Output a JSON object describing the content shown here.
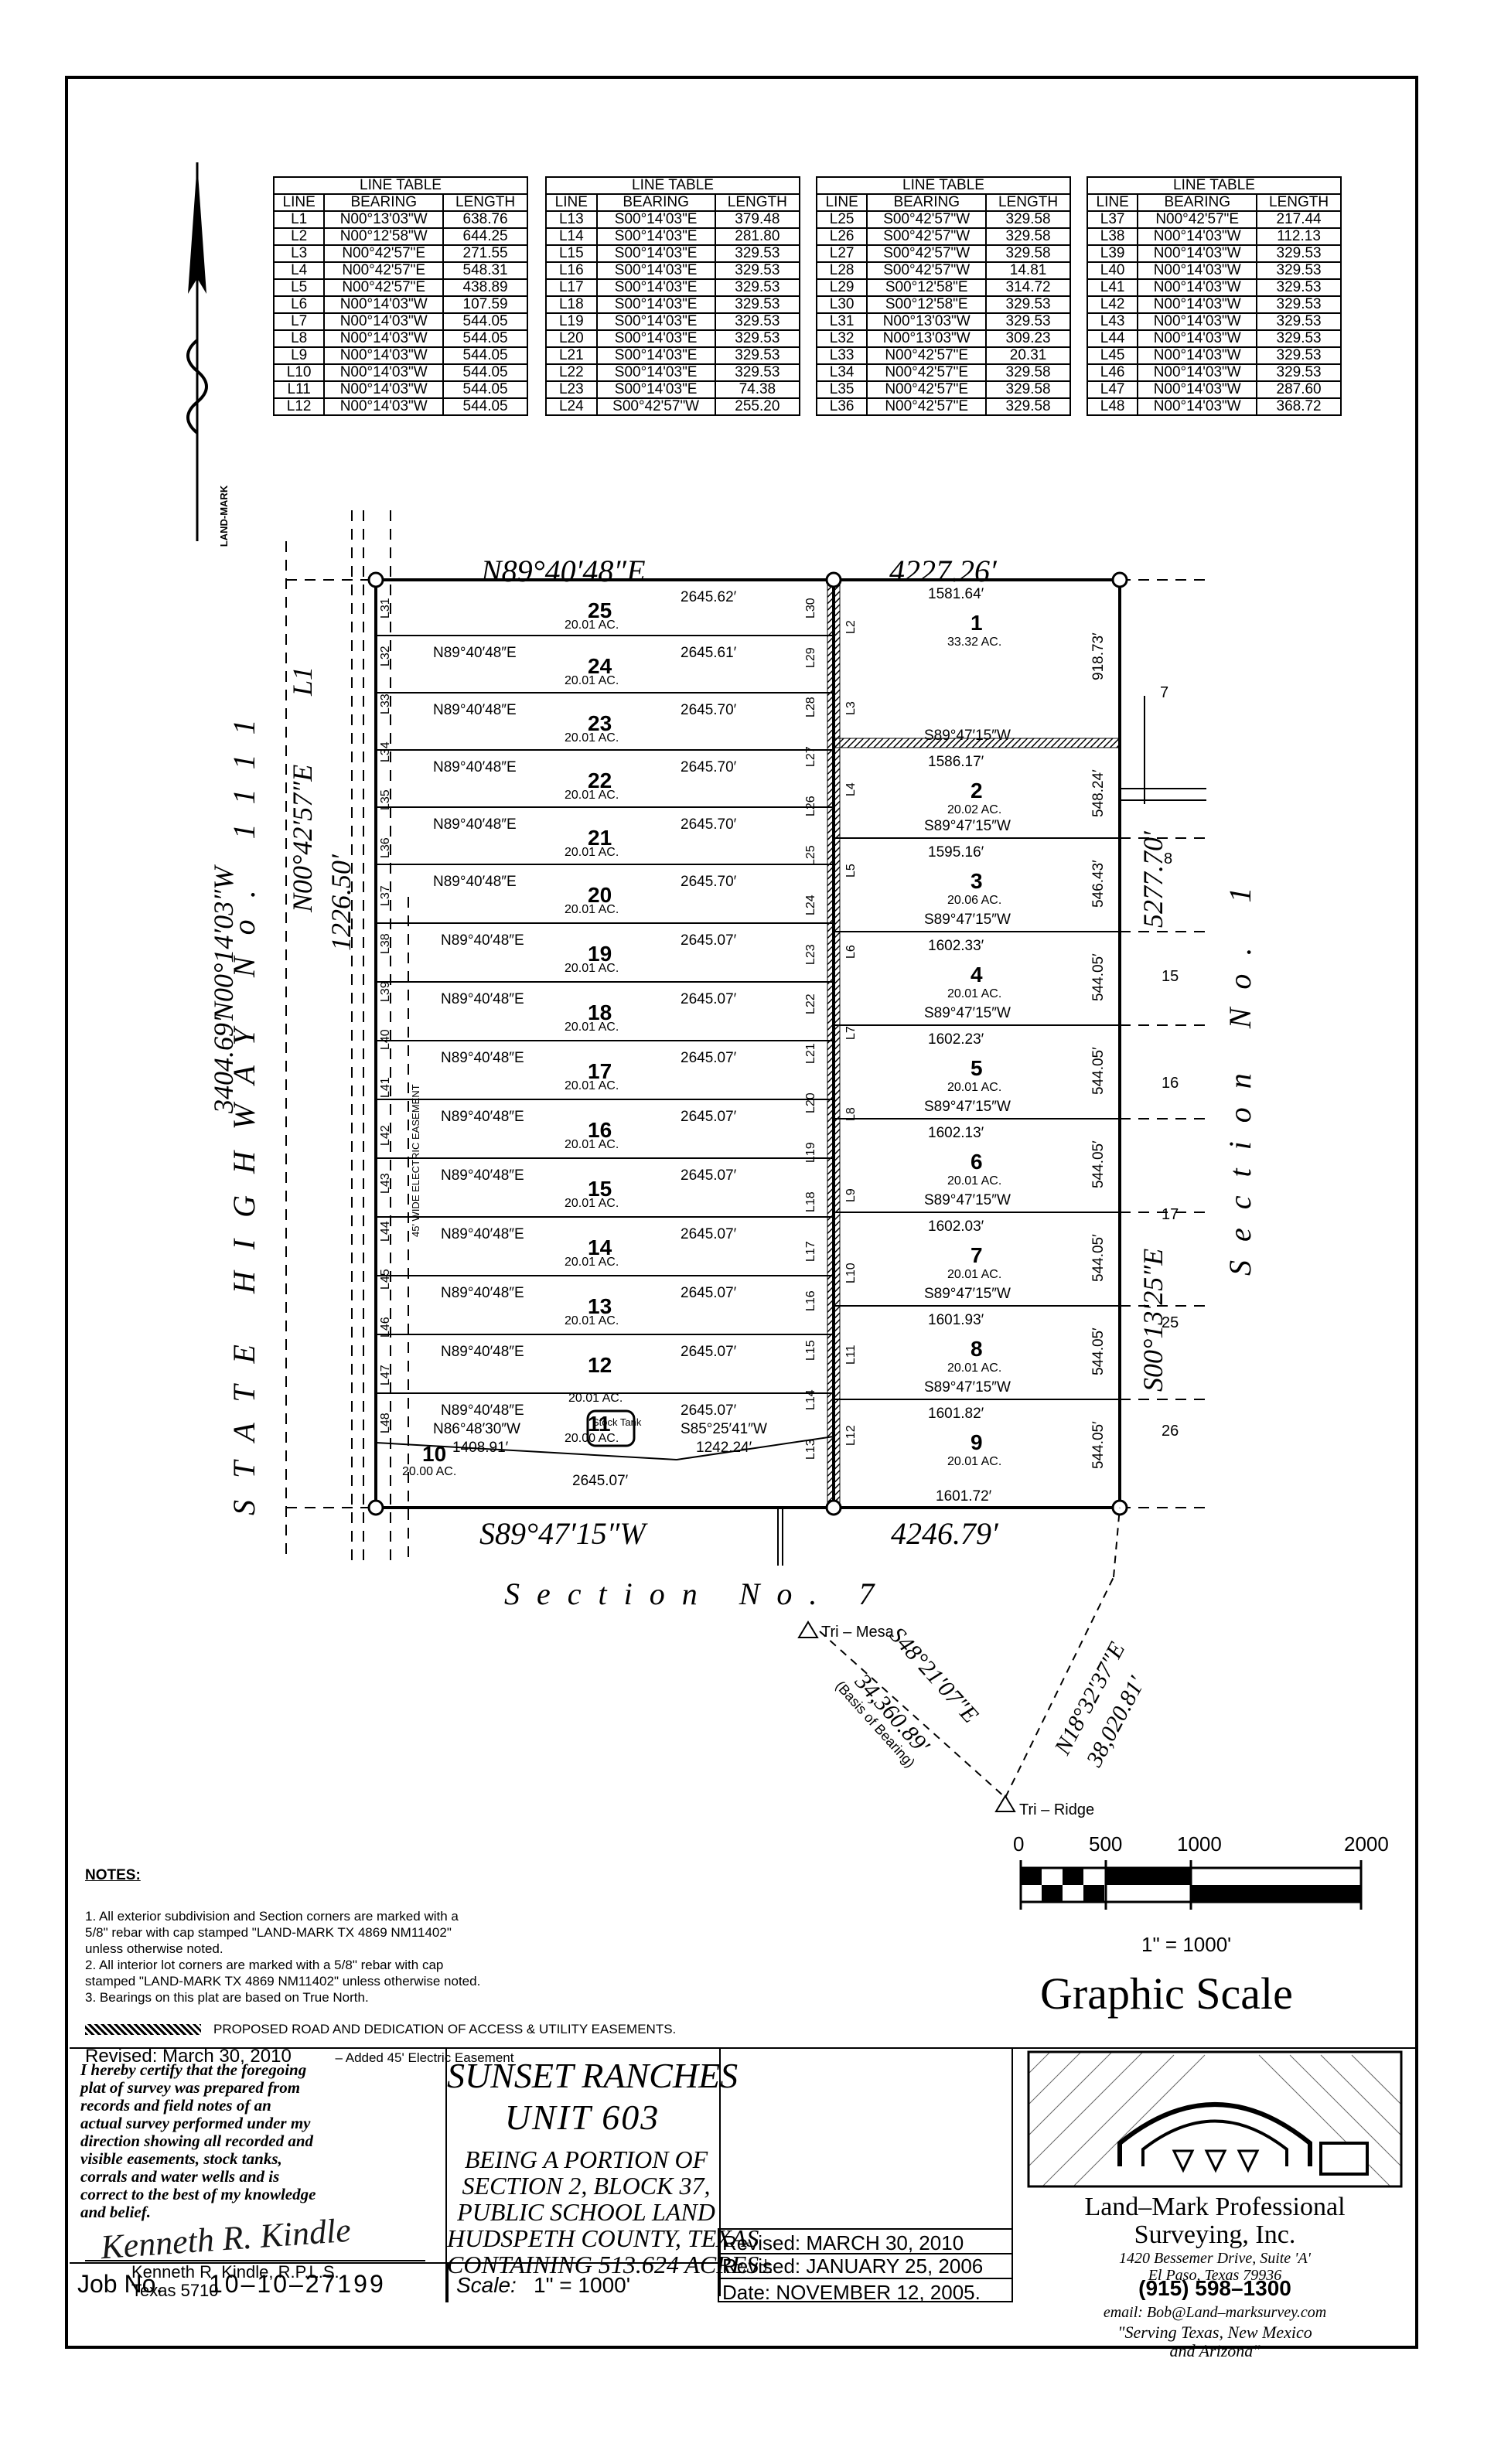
{
  "line_tables": [
    {
      "title": "LINE TABLE",
      "headers": [
        "LINE",
        "BEARING",
        "LENGTH"
      ],
      "rows": [
        [
          "L1",
          "N00°13'03\"W",
          "638.76"
        ],
        [
          "L2",
          "N00°12'58\"W",
          "644.25"
        ],
        [
          "L3",
          "N00°42'57\"E",
          "271.55"
        ],
        [
          "L4",
          "N00°42'57\"E",
          "548.31"
        ],
        [
          "L5",
          "N00°42'57\"E",
          "438.89"
        ],
        [
          "L6",
          "N00°14'03\"W",
          "107.59"
        ],
        [
          "L7",
          "N00°14'03\"W",
          "544.05"
        ],
        [
          "L8",
          "N00°14'03\"W",
          "544.05"
        ],
        [
          "L9",
          "N00°14'03\"W",
          "544.05"
        ],
        [
          "L10",
          "N00°14'03\"W",
          "544.05"
        ],
        [
          "L11",
          "N00°14'03\"W",
          "544.05"
        ],
        [
          "L12",
          "N00°14'03\"W",
          "544.05"
        ]
      ]
    },
    {
      "title": "LINE TABLE",
      "headers": [
        "LINE",
        "BEARING",
        "LENGTH"
      ],
      "rows": [
        [
          "L13",
          "S00°14'03\"E",
          "379.48"
        ],
        [
          "L14",
          "S00°14'03\"E",
          "281.80"
        ],
        [
          "L15",
          "S00°14'03\"E",
          "329.53"
        ],
        [
          "L16",
          "S00°14'03\"E",
          "329.53"
        ],
        [
          "L17",
          "S00°14'03\"E",
          "329.53"
        ],
        [
          "L18",
          "S00°14'03\"E",
          "329.53"
        ],
        [
          "L19",
          "S00°14'03\"E",
          "329.53"
        ],
        [
          "L20",
          "S00°14'03\"E",
          "329.53"
        ],
        [
          "L21",
          "S00°14'03\"E",
          "329.53"
        ],
        [
          "L22",
          "S00°14'03\"E",
          "329.53"
        ],
        [
          "L23",
          "S00°14'03\"E",
          "74.38"
        ],
        [
          "L24",
          "S00°42'57\"W",
          "255.20"
        ]
      ]
    },
    {
      "title": "LINE TABLE",
      "headers": [
        "LINE",
        "BEARING",
        "LENGTH"
      ],
      "rows": [
        [
          "L25",
          "S00°42'57\"W",
          "329.58"
        ],
        [
          "L26",
          "S00°42'57\"W",
          "329.58"
        ],
        [
          "L27",
          "S00°42'57\"W",
          "329.58"
        ],
        [
          "L28",
          "S00°42'57\"W",
          "14.81"
        ],
        [
          "L29",
          "S00°12'58\"E",
          "314.72"
        ],
        [
          "L30",
          "S00°12'58\"E",
          "329.53"
        ],
        [
          "L31",
          "N00°13'03\"W",
          "329.53"
        ],
        [
          "L32",
          "N00°13'03\"W",
          "309.23"
        ],
        [
          "L33",
          "N00°42'57\"E",
          "20.31"
        ],
        [
          "L34",
          "N00°42'57\"E",
          "329.58"
        ],
        [
          "L35",
          "N00°42'57\"E",
          "329.58"
        ],
        [
          "L36",
          "N00°42'57\"E",
          "329.58"
        ]
      ]
    },
    {
      "title": "LINE TABLE",
      "headers": [
        "LINE",
        "BEARING",
        "LENGTH"
      ],
      "rows": [
        [
          "L37",
          "N00°42'57\"E",
          "217.44"
        ],
        [
          "L38",
          "N00°14'03\"W",
          "112.13"
        ],
        [
          "L39",
          "N00°14'03\"W",
          "329.53"
        ],
        [
          "L40",
          "N00°14'03\"W",
          "329.53"
        ],
        [
          "L41",
          "N00°14'03\"W",
          "329.53"
        ],
        [
          "L42",
          "N00°14'03\"W",
          "329.53"
        ],
        [
          "L43",
          "N00°14'03\"W",
          "329.53"
        ],
        [
          "L44",
          "N00°14'03\"W",
          "329.53"
        ],
        [
          "L45",
          "N00°14'03\"W",
          "329.53"
        ],
        [
          "L46",
          "N00°14'03\"W",
          "329.53"
        ],
        [
          "L47",
          "N00°14'03\"W",
          "287.60"
        ],
        [
          "L48",
          "N00°14'03\"W",
          "368.72"
        ]
      ]
    }
  ],
  "north_arrow_label": "LAND-MARK",
  "plat": {
    "top_bearing": "N89°40′48″E",
    "top_distance": "4227.26′",
    "bottom_bearing": "S89°47′15″W",
    "bottom_distance": "4246.79′",
    "left_bearing": "N00°14′03″W",
    "left_distance": "3404.69′",
    "left_upper_bearing": "N00°42′57″E",
    "left_upper_distance": "1226.50′",
    "left_upper_label": "L1",
    "right_bearing": "S00°13′25″E",
    "right_distance": "5277.70′",
    "state_highway": "STATE HIGHWAY No. 1111",
    "section_right": "Section No. 1",
    "section_bottom": "Section No. 7",
    "easement_label": "45' WIDE ELECTRIC EASEMENT",
    "stock_tank": "Stock Tank",
    "west_lots": [
      {
        "num": "25",
        "bearing": "",
        "dist": "2645.62′",
        "ac": "20.01 AC."
      },
      {
        "num": "24",
        "bearing": "N89°40′48″E",
        "dist": "2645.61′",
        "ac": "20.01 AC."
      },
      {
        "num": "23",
        "bearing": "N89°40′48″E",
        "dist": "2645.70′",
        "ac": "20.01 AC."
      },
      {
        "num": "22",
        "bearing": "N89°40′48″E",
        "dist": "2645.70′",
        "ac": "20.01 AC."
      },
      {
        "num": "21",
        "bearing": "N89°40′48″E",
        "dist": "2645.70′",
        "ac": "20.01 AC."
      },
      {
        "num": "20",
        "bearing": "N89°40′48″E",
        "dist": "2645.70′",
        "ac": "20.01 AC."
      },
      {
        "num": "19",
        "bearing": "N89°40′48″E",
        "dist": "2645.07′",
        "ac": "20.01 AC."
      },
      {
        "num": "18",
        "bearing": "N89°40′48″E",
        "dist": "2645.07′",
        "ac": "20.01 AC."
      },
      {
        "num": "17",
        "bearing": "N89°40′48″E",
        "dist": "2645.07′",
        "ac": "20.01 AC."
      },
      {
        "num": "16",
        "bearing": "N89°40′48″E",
        "dist": "2645.07′",
        "ac": "20.01 AC."
      },
      {
        "num": "15",
        "bearing": "N89°40′48″E",
        "dist": "2645.07′",
        "ac": "20.01 AC."
      },
      {
        "num": "14",
        "bearing": "N89°40′48″E",
        "dist": "2645.07′",
        "ac": "20.01 AC."
      },
      {
        "num": "13",
        "bearing": "N89°40′48″E",
        "dist": "2645.07′",
        "ac": "20.01 AC."
      },
      {
        "num": "12",
        "bearing": "N89°40′48″E",
        "dist": "2645.07′",
        "ac": ""
      },
      {
        "num": "11",
        "bearing": "N89°40′48″E",
        "dist": "2645.07′",
        "ac": "20.00 AC."
      }
    ],
    "lot11_ac": "20.01 AC.",
    "lot10": {
      "num": "10",
      "bearing": "N86°48′30″W",
      "dist": "1408.91′",
      "ac": "20.00 AC.",
      "dist2": "2645.07′"
    },
    "lot10_east": {
      "bearing": "S85°25′41″W",
      "dist": "1242.24′"
    },
    "east_lots": [
      {
        "num": "1",
        "dist": "1581.64′",
        "ac": "33.32 AC.",
        "bearing": "S89°47′15″W",
        "side": "918.73′"
      },
      {
        "num": "2",
        "dist": "1586.17′",
        "ac": "20.02 AC.",
        "bearing": "S89°47′15″W",
        "side": "548.24′"
      },
      {
        "num": "3",
        "dist": "1595.16′",
        "ac": "20.06 AC.",
        "bearing": "S89°47′15″W",
        "side": "546.43′"
      },
      {
        "num": "4",
        "dist": "1602.33′",
        "ac": "20.01 AC.",
        "bearing": "S89°47′15″W",
        "side": "544.05′"
      },
      {
        "num": "5",
        "dist": "1602.23′",
        "ac": "20.01 AC.",
        "bearing": "S89°47′15″W",
        "side": "544.05′"
      },
      {
        "num": "6",
        "dist": "1602.13′",
        "ac": "20.01 AC.",
        "bearing": "S89°47′15″W",
        "side": "544.05′"
      },
      {
        "num": "7",
        "dist": "1602.03′",
        "ac": "20.01 AC.",
        "bearing": "S89°47′15″W",
        "side": "544.05′"
      },
      {
        "num": "8",
        "dist": "1601.93′",
        "ac": "20.01 AC.",
        "bearing": "S89°47′15″W",
        "side": "544.05′"
      },
      {
        "num": "9",
        "dist": "1601.82′",
        "ac": "20.01 AC.",
        "bearing": "",
        "side": "544.05′"
      }
    ],
    "east_lot9_bottom": "1601.72′",
    "adjacent_numbers": [
      "7",
      "8",
      "15",
      "16",
      "17",
      "25",
      "26"
    ],
    "left_line_labels": [
      "L31",
      "L32",
      "L33",
      "L34",
      "L35",
      "L36",
      "L37",
      "L38",
      "L39",
      "L40",
      "L41",
      "L42",
      "L43",
      "L44",
      "L45",
      "L46",
      "L47",
      "L48"
    ],
    "mid_line_labels": [
      "L30",
      "L29",
      "L28",
      "L27",
      "L26",
      "L25",
      "L24",
      "L23",
      "L22",
      "L21",
      "L20",
      "L19",
      "L18",
      "L17",
      "L16",
      "L15",
      "L14",
      "L13"
    ],
    "east_line_labels": [
      "L2",
      "L3",
      "L4",
      "L5",
      "L6",
      "L7",
      "L8",
      "L9",
      "L10",
      "L11",
      "L12"
    ],
    "tri_mesa": "Tri – Mesa",
    "tri_ridge": "Tri – Ridge",
    "tie1_bearing": "S48°21′07″E",
    "tie1_dist": "34,360.89′",
    "tie1_note": "(Basis of Bearing)",
    "tie2_bearing": "N18°32′37″E",
    "tie2_dist": "38,020.81′"
  },
  "scale": {
    "ticks": [
      "0",
      "500",
      "1000",
      "2000"
    ],
    "ratio": "1\" = 1000'",
    "title": "Graphic Scale"
  },
  "notes": {
    "heading": "NOTES:",
    "items": [
      "1. All exterior subdivision and Section corners are marked with a",
      "5/8\" rebar with cap stamped \"LAND-MARK TX 4869 NM11402\"",
      "unless otherwise noted.",
      "2. All interior lot corners are marked with a 5/8\" rebar with cap",
      "stamped \"LAND-MARK TX 4869 NM11402\" unless otherwise noted.",
      "3. Bearings on this plat are based on True North."
    ],
    "legend": "PROPOSED ROAD AND DEDICATION OF ACCESS & UTILITY EASEMENTS.",
    "revised": "Revised: March 30, 2010",
    "revised_note": "– Added 45' Electric Easement"
  },
  "certificate": {
    "text": [
      "I hereby certify that the foregoing",
      "plat of survey was prepared from",
      "records and field notes of an",
      "actual survey performed under my",
      "direction showing all recorded and",
      "visible easements, stock tanks,",
      "corrals and water wells and is",
      "correct to the best of my knowledge",
      "and belief."
    ],
    "signature": "Kenneth R. Kindle",
    "name": "Kenneth R. Kindle, R.P.L.S.",
    "state": "Texas 5710"
  },
  "title_block": {
    "title1": "SUNSET RANCHES",
    "title2": "UNIT 603",
    "sub": [
      "BEING A PORTION OF",
      "SECTION 2, BLOCK 37,",
      "PUBLIC SCHOOL LAND",
      "HUDSPETH COUNTY, TEXAS",
      "CONTAINING 513.624 ACRES±"
    ],
    "revised1_label": "Revised:",
    "revised1": "MARCH 30, 2010",
    "revised2_label": "Revised:",
    "revised2": "JANUARY 25, 2006",
    "date_label": "Date:",
    "date": "NOVEMBER 12, 2005."
  },
  "footer": {
    "job_label": "Job No.",
    "job": "10–10–27199",
    "scale_label": "Scale:",
    "scale": "1\" = 1000'"
  },
  "company": {
    "name1": "Land–Mark Professional",
    "name2": "Surveying, Inc.",
    "address": "1420 Bessemer Drive, Suite 'A'",
    "city": "El Paso, Texas 79936",
    "phone": "(915) 598–1300",
    "email": "email: Bob@Land–marksurvey.com",
    "tagline1": "\"Serving Texas, New Mexico",
    "tagline2": "and Arizona\""
  }
}
